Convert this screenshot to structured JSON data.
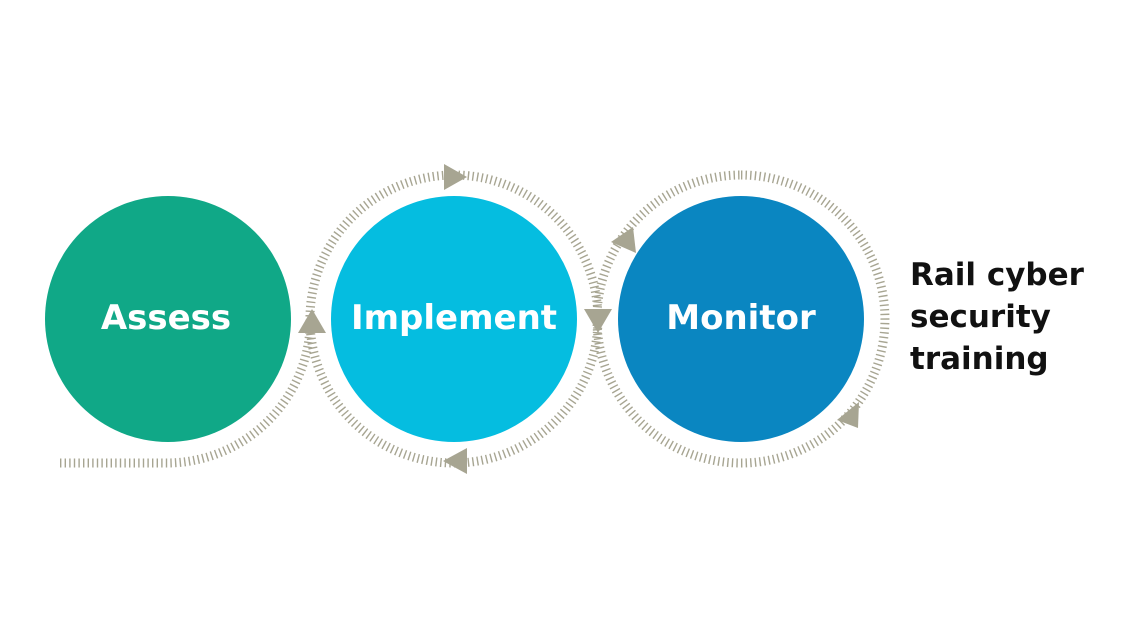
{
  "stages": [
    {
      "label": "Assess",
      "color": "#10a887"
    },
    {
      "label": "Implement",
      "color": "#05bde0"
    },
    {
      "label": "Monitor",
      "color": "#0a86c1"
    }
  ],
  "arrow_color": "#a7a592",
  "side_title": {
    "lines": [
      "Rail cyber",
      "security",
      "training"
    ]
  }
}
